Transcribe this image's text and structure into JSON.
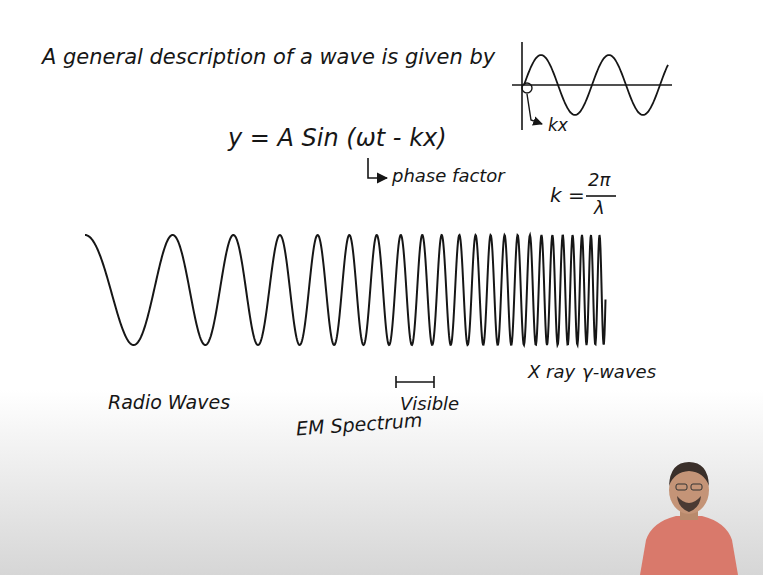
{
  "diagram": {
    "title": "A general description of a wave is given by",
    "labels": [
      "y = A Sin (ωt - kx)",
      "phase factor",
      "kx",
      "k =",
      "2π",
      "λ",
      "Radio Waves",
      "EM Spectrum",
      "Visible",
      "X ray",
      "γ-waves"
    ]
  }
}
